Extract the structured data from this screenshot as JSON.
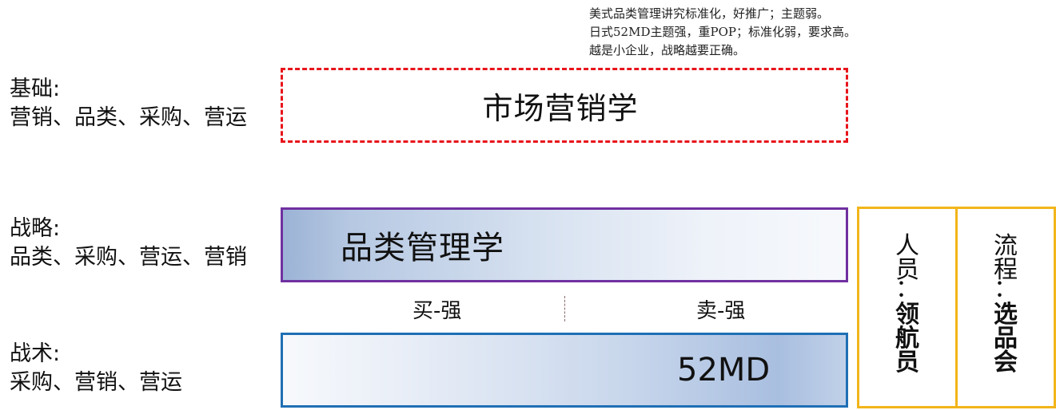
{
  "note": {
    "lines": [
      "美式品类管理讲究标准化，好推广；主题弱。",
      "日式52MD主题强，重POP；标准化弱，要求高。",
      "越是小企业，战略越要正确。"
    ]
  },
  "left_labels": {
    "foundation": {
      "head": "基础:",
      "items": "营销、品类、采购、营运"
    },
    "strategy": {
      "head": "战略:",
      "items": "品类、采购、营运、营销"
    },
    "tactics": {
      "head": "战术:",
      "items": "采购、营销、营运"
    }
  },
  "boxes": {
    "market": {
      "title": "市场营销学",
      "border_color": "#e8141b"
    },
    "category": {
      "title": "品类管理学",
      "border_color": "#7030a0"
    },
    "tactic": {
      "title": "52MD",
      "border_color": "#1f6fb5"
    }
  },
  "strengths": {
    "buy": "买-强",
    "sell": "卖-强"
  },
  "side_columns": {
    "people": {
      "chars": [
        "人",
        "员"
      ],
      "colon": "：",
      "bold_chars": [
        "领",
        "航",
        "员"
      ]
    },
    "process": {
      "chars": [
        "流",
        "程"
      ],
      "colon": "：",
      "bold_chars": [
        "选",
        "品",
        "会"
      ]
    },
    "border_color": "#f2b51a"
  }
}
